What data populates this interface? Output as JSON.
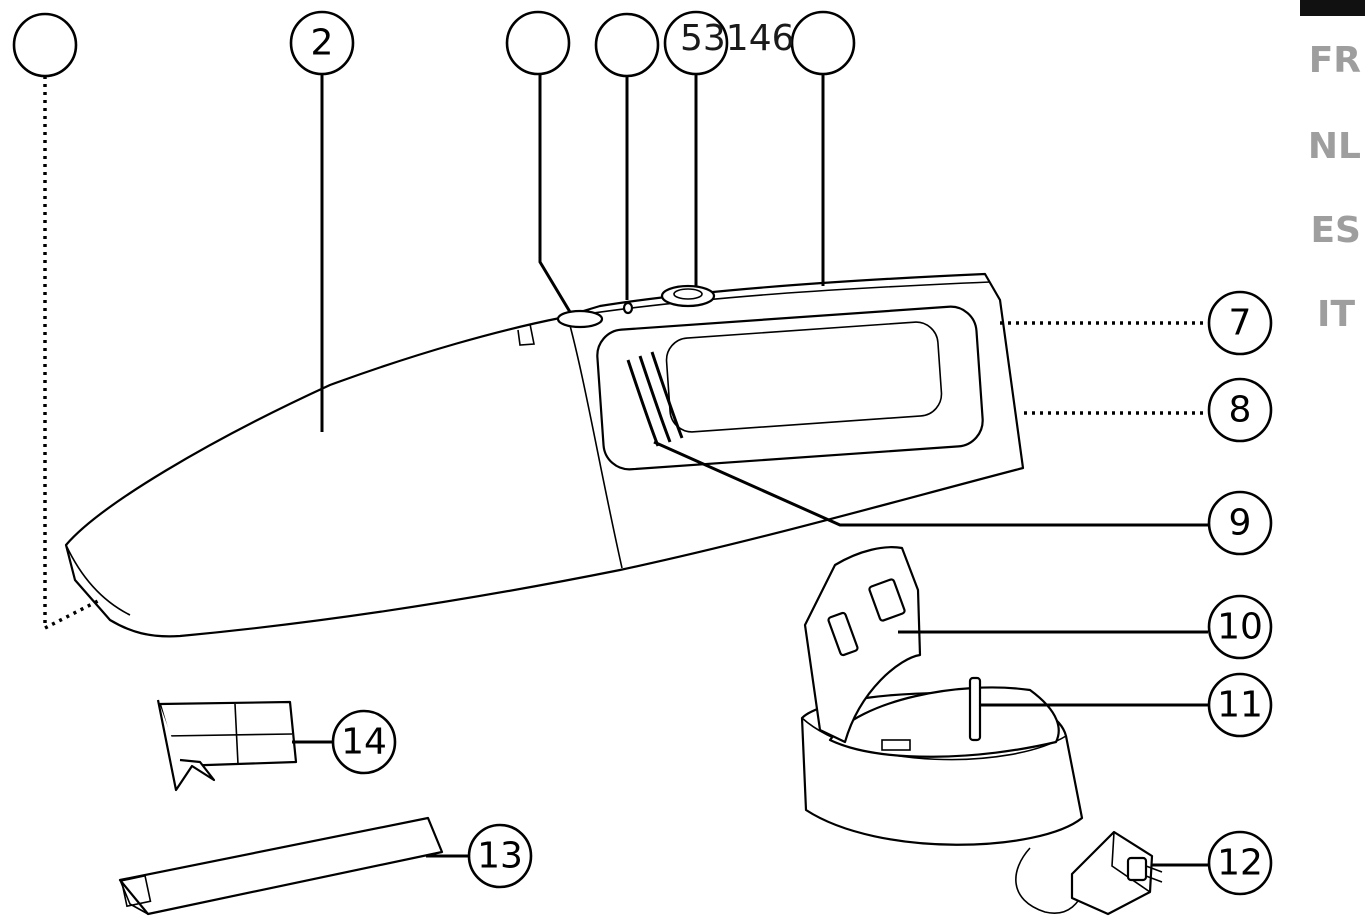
{
  "model_number": "53146",
  "languages": [
    "FR",
    "NL",
    "ES",
    "IT"
  ],
  "callouts": {
    "c1": "",
    "c2": "2",
    "c3": "",
    "c4": "",
    "c5": "",
    "c6": "",
    "c7": "7",
    "c8": "8",
    "c9": "9",
    "c10": "10",
    "c11": "11",
    "c12": "12",
    "c13": "13",
    "c14": "14"
  },
  "icons": {
    "vacuum": "handheld-vacuum-icon",
    "base": "charging-base-icon",
    "adapter": "power-adapter-icon",
    "crevice_tool": "crevice-tool-icon",
    "brush_tool": "brush-tool-icon"
  }
}
